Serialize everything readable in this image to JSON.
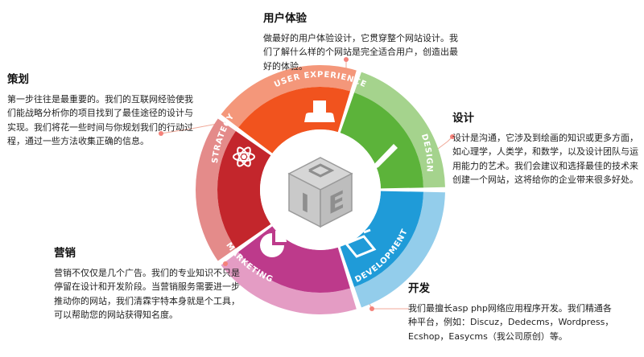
{
  "segments": [
    {
      "key": "ux",
      "label": "USER EXPERIENCE",
      "outer": "#f4977a",
      "inner": "#f1531e",
      "icon": "user-icon"
    },
    {
      "key": "design",
      "label": "DESIGN",
      "outer": "#a5d38d",
      "inner": "#5cb33a",
      "icon": "pencil-icon"
    },
    {
      "key": "dev",
      "label": "DEVELOPMENT",
      "outer": "#93cdeb",
      "inner": "#1f9bd8",
      "icon": "screen-icon"
    },
    {
      "key": "mkt",
      "label": "MARKETING",
      "outer": "#e49cc4",
      "inner": "#bd3a8b",
      "icon": "pie-chart-icon"
    },
    {
      "key": "strategy",
      "label": "STRATEGY",
      "outer": "#e48b8a",
      "inner": "#c3262c",
      "icon": "atom-icon"
    }
  ],
  "center": {
    "logo": "cube-logo",
    "text": "IE"
  },
  "sections": {
    "ux": {
      "title": "用户体验",
      "text": "做最好的用户体验设计，它贯穿整个网站设计。我们了解什么样的个网站是完全适合用户，创造出最好的体验。"
    },
    "strategy": {
      "title": "策划",
      "text": "第一步往往是最重要的。我们的互联网经验使我们能战略分析你的项目找到了最佳途径的设计与实现。我们将花一些时间与你规划我们的行动过程，通过一些方法收集正确的信息。"
    },
    "design": {
      "title": "设计",
      "text": "设计是沟通，它涉及到绘画的知识或更多方面，如心理学，人类学，和数学，以及设计团队与运用能力的艺术。我们会建议和选择最佳的技术来创建一个网站，这将给你的企业带来很多好处。"
    },
    "marketing": {
      "title": "营销",
      "text": "营销不仅仅是几个广告。我们的专业知识不只是停留在设计和开发阶段。当营销服务需要进一步推动你的网站，我们清霖宇特本身就是个工具，可以帮助您的网站获得知名度。"
    },
    "dev": {
      "title": "开发",
      "text": "我们最擅长asp php网络应用程序开发。我们精通各种平台，例如：Discuz，Dedecms，Wordpress，Ecshop，Easycms（我公司原创）等。"
    }
  },
  "colors": {
    "connector": "#f0a898",
    "dot": "#f4827a"
  }
}
